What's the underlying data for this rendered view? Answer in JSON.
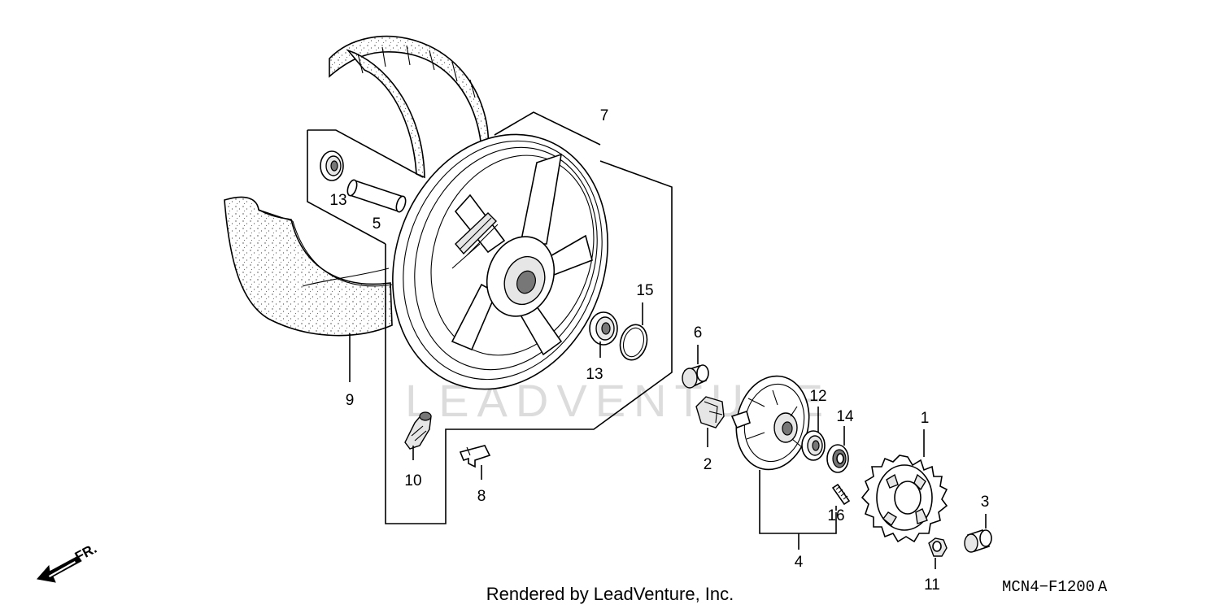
{
  "watermark": "LEADVENTURE",
  "direction_indicator": "FR.",
  "footer": {
    "credit": "Rendered by LeadVenture, Inc.",
    "diagram_code": "MCN4−F1200 A"
  },
  "callouts": [
    "1",
    "2",
    "3",
    "4",
    "5",
    "6",
    "7",
    "8",
    "9",
    "10",
    "11",
    "12",
    "13",
    "13",
    "14",
    "15",
    "16"
  ]
}
